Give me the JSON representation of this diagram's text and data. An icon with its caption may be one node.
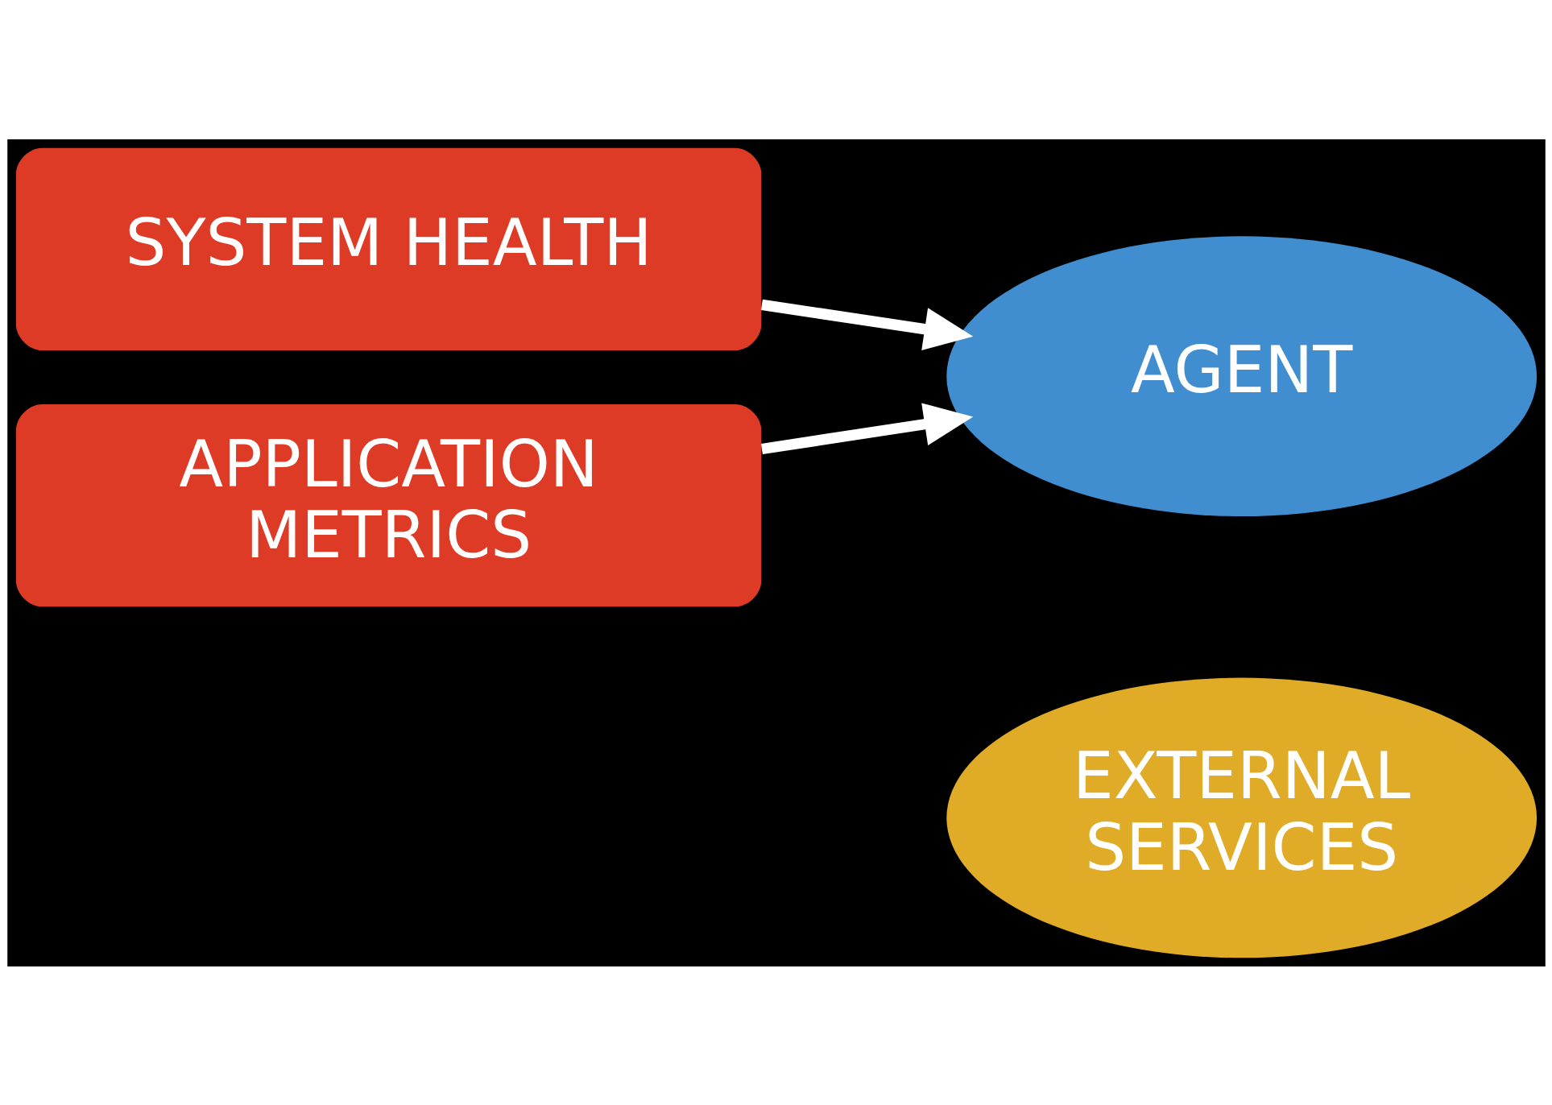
{
  "diagram": {
    "nodes": [
      {
        "text": [
          "SYSTEM HEALTH"
        ]
      },
      {
        "text": [
          "APPLICATION METRICS"
        ]
      },
      {
        "text": [
          "AGENT"
        ]
      },
      {
        "text": [
          "EXTERNAL SERVICES"
        ]
      }
    ],
    "edges": [
      {
        "from": 0,
        "to": 2,
        "arrow": "to"
      },
      {
        "from": 1,
        "to": 2,
        "arrow": "to"
      }
    ]
  }
}
